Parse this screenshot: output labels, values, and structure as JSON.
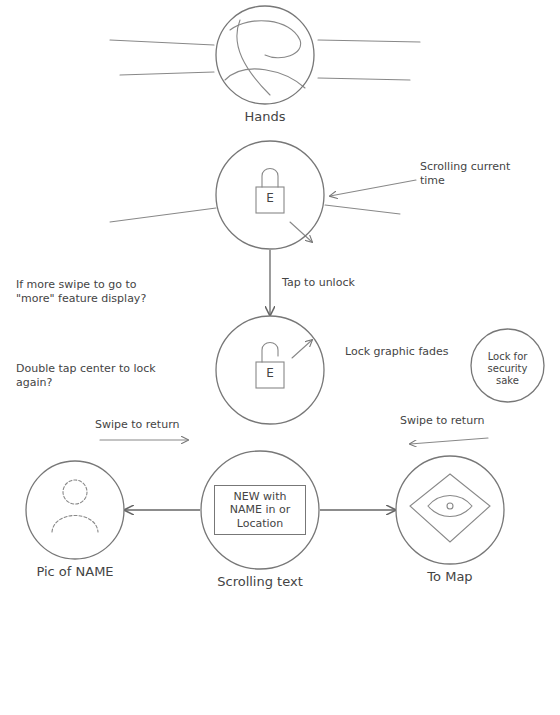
{
  "diagram": {
    "nodes": [
      {
        "text": [
          "Hands"
        ]
      },
      {
        "text": [
          "E"
        ]
      },
      {
        "text": [
          "E"
        ]
      },
      {
        "text": [
          "Lock for security sake"
        ]
      },
      {
        "text": [
          "Pic of NAME"
        ]
      },
      {
        "text": [
          "Scrolling text"
        ]
      },
      {
        "text": [
          "NEW with NAME in or Location"
        ],
        "in": 5
      },
      {
        "text": [
          "To Map"
        ]
      }
    ],
    "edges": [
      {
        "from": 1,
        "to": 2,
        "arrow": "to",
        "label": "Tap to unlock"
      },
      {
        "from": 5,
        "to": 4,
        "arrow": "to"
      },
      {
        "from": 5,
        "to": 7,
        "arrow": "to"
      }
    ],
    "labels": [
      "Scrolling current time",
      "If more swipe to go to \"more\" feature display?",
      "Double tap center to lock again?",
      "Lock graphic fades",
      "Swipe to return",
      "Swipe to return"
    ]
  }
}
